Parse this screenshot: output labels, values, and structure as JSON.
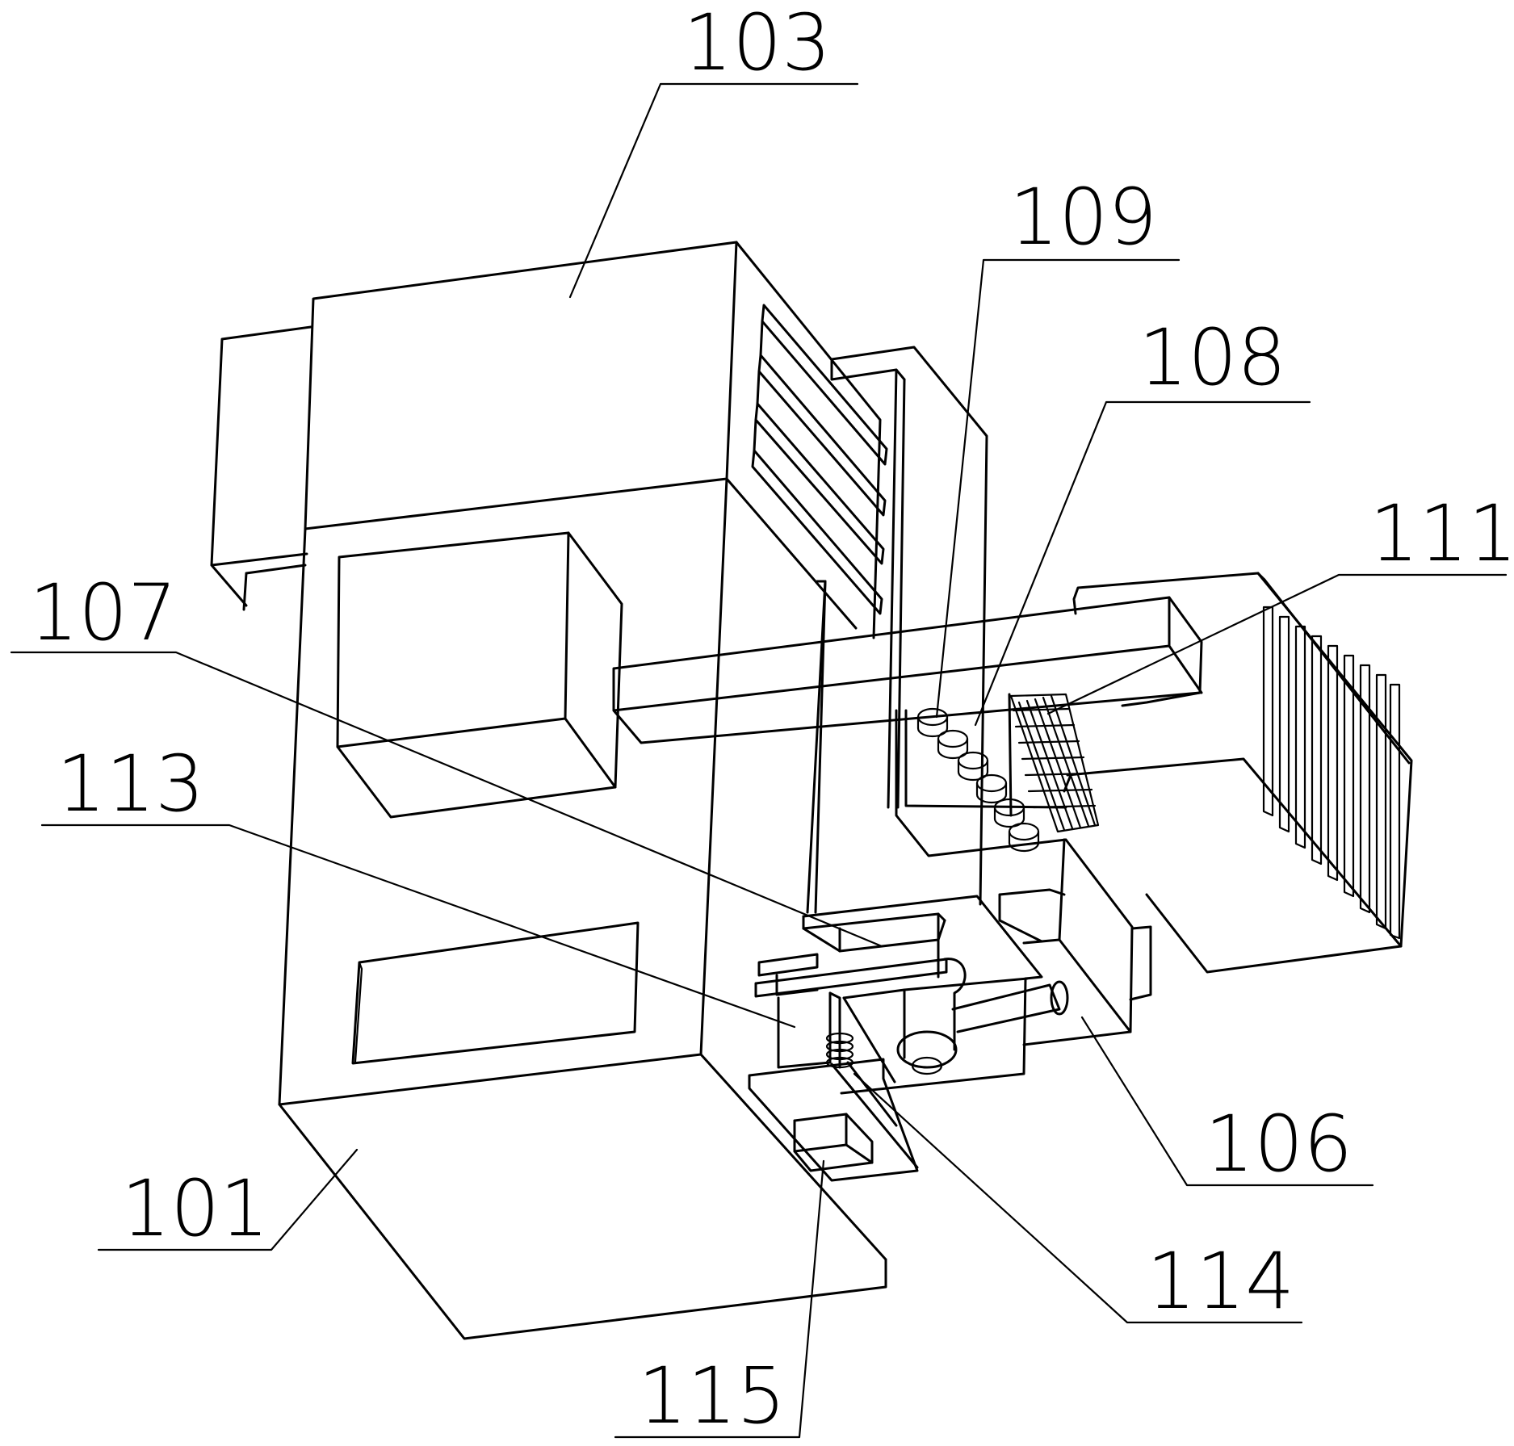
{
  "figure": {
    "labels": [
      {
        "id": "l103",
        "text": "103"
      },
      {
        "id": "l109",
        "text": "109"
      },
      {
        "id": "l108",
        "text": "108"
      },
      {
        "id": "l111",
        "text": "111"
      },
      {
        "id": "l107",
        "text": "107"
      },
      {
        "id": "l113",
        "text": "113"
      },
      {
        "id": "l106",
        "text": "106"
      },
      {
        "id": "l101",
        "text": "101"
      },
      {
        "id": "l114",
        "text": "114"
      },
      {
        "id": "l115",
        "text": "115"
      }
    ]
  }
}
